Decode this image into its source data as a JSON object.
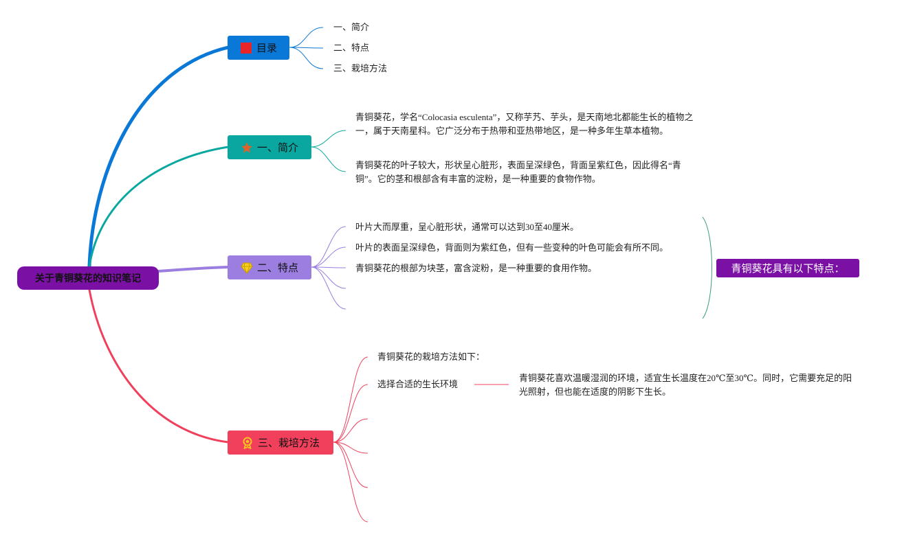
{
  "colors": {
    "root": "#7b10a5",
    "toc": "#0a78d6",
    "intro": "#0aa7a0",
    "features": "#9b7ee0",
    "cultivation": "#f0405c",
    "summary": "#7b10a5",
    "summary_bracket": "#3a9c7a"
  },
  "root": {
    "label": "关于青铜葵花的知识笔记"
  },
  "branches": {
    "toc": {
      "label": "目录",
      "icon": "red-flag-icon",
      "items": [
        "一、简介",
        "二、特点",
        "三、栽培方法"
      ]
    },
    "intro": {
      "label": "一、简介",
      "icon": "star-icon",
      "items": [
        "青铜葵花，学名“Colocasia esculenta”，又称芋艿、芋头，是天南地北都能生长的植物之一，属于天南星科。它广泛分布于热带和亚热带地区，是一种多年生草本植物。",
        "青铜葵花的叶子较大，形状呈心脏形，表面呈深绿色，背面呈紫红色，因此得名“青铜”。它的茎和根部含有丰富的淀粉，是一种重要的食物作物。"
      ]
    },
    "features": {
      "label": "二、特点",
      "icon": "diamond-icon",
      "items": [
        "叶片大而厚重，呈心脏形状，通常可以达到30至40厘米。",
        "叶片的表面呈深绿色，背面则为紫红色，但有一些变种的叶色可能会有所不同。",
        "青铜葵花的根部为块茎，富含淀粉，是一种重要的食用作物。"
      ],
      "summary": "青铜葵花具有以下特点："
    },
    "cultivation": {
      "label": "三、栽培方法",
      "icon": "award-icon",
      "items": [
        "青铜葵花的栽培方法如下：",
        "选择合适的生长环境"
      ],
      "detail": "青铜葵花喜欢温暖湿润的环境，适宜生长温度在20℃至30℃。同时，它需要充足的阳光照射，但也能在适度的阴影下生长。"
    }
  }
}
